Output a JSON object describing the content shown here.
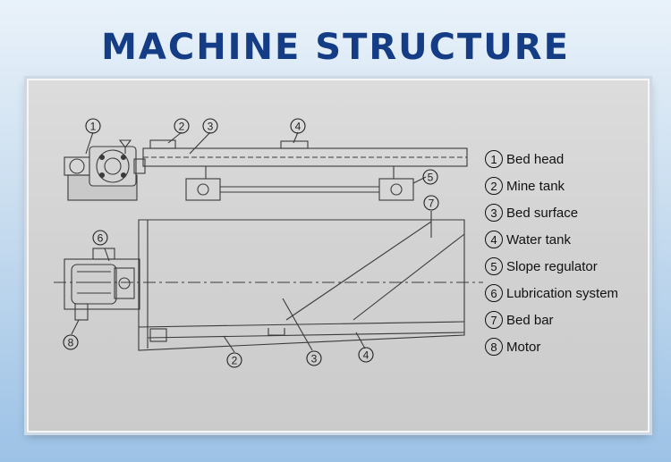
{
  "title": "MACHINE STRUCTURE",
  "legend": [
    {
      "number": "1",
      "label": "Bed head"
    },
    {
      "number": "2",
      "label": "Mine tank"
    },
    {
      "number": "3",
      "label": "Bed surface"
    },
    {
      "number": "4",
      "label": "Water tank"
    },
    {
      "number": "5",
      "label": "Slope regulator"
    },
    {
      "number": "6",
      "label": "Lubrication system"
    },
    {
      "number": "7",
      "label": "Bed bar"
    },
    {
      "number": "8",
      "label": "Motor"
    }
  ],
  "callouts": {
    "side_view": [
      "1",
      "2",
      "3",
      "4",
      "5"
    ],
    "top_view": [
      "6",
      "7",
      "8",
      "2",
      "3",
      "4"
    ]
  }
}
